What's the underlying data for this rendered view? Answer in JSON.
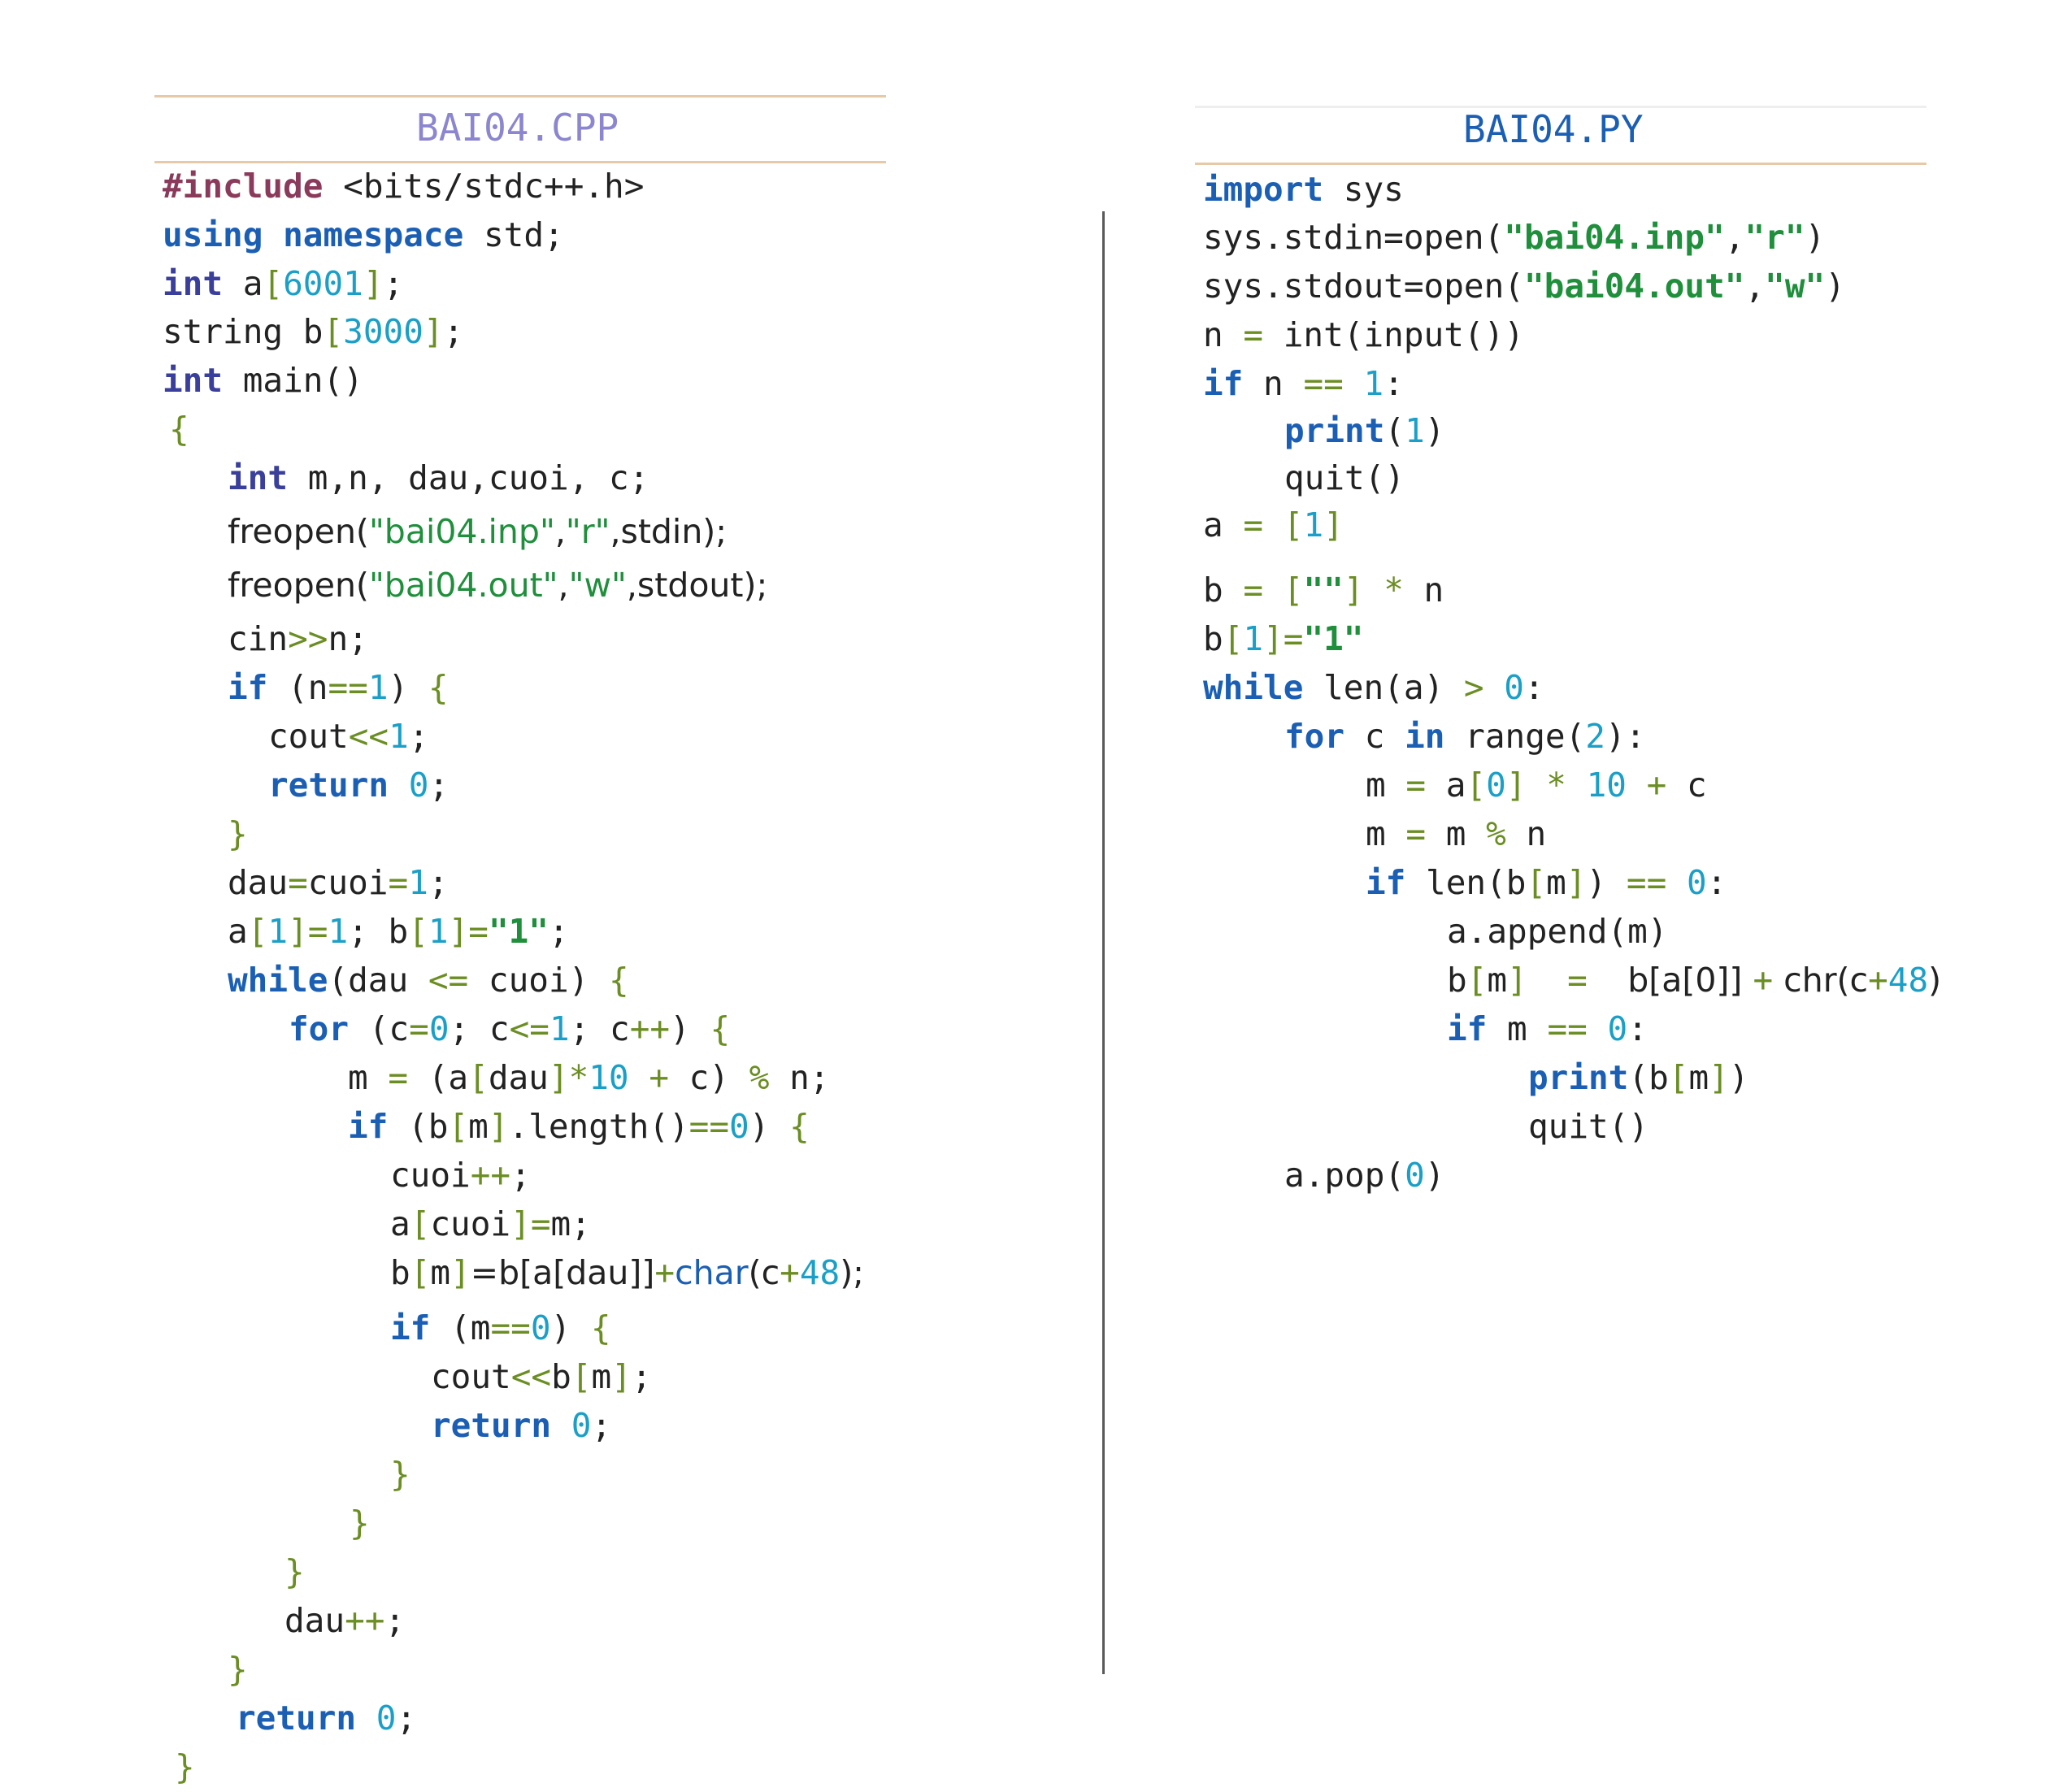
{
  "colors": {
    "keyword": "#1b5fb4",
    "type": "#3a3f9b",
    "preprocessor": "#8a3a5a",
    "string": "#1f8f3c",
    "number": "#1aa0c8",
    "operator": "#6b8e23",
    "text": "#222222",
    "rule": "#e6c9a6",
    "cpp_title": "#8b86cf",
    "py_title": "#1b5fb4"
  },
  "cpp": {
    "title": "BAI04.CPP",
    "lines": [
      [
        [
          "pre",
          "#include"
        ],
        [
          "id",
          " <bits/stdc++.h>"
        ]
      ],
      [
        [
          "kw",
          "using"
        ],
        [
          "id",
          " "
        ],
        [
          "kw",
          "namespace"
        ],
        [
          "id",
          " std;"
        ]
      ],
      [
        [
          "type",
          "int"
        ],
        [
          "id",
          " a"
        ],
        [
          "br",
          "["
        ],
        [
          "num",
          "6001"
        ],
        [
          "br",
          "]"
        ],
        [
          "id",
          ";"
        ]
      ],
      [
        [
          "id",
          "string b"
        ],
        [
          "br",
          "["
        ],
        [
          "num",
          "3000"
        ],
        [
          "br",
          "]"
        ],
        [
          "id",
          ";"
        ]
      ],
      [
        [
          "type",
          "int"
        ],
        [
          "id",
          " main()"
        ]
      ],
      [
        [
          "br",
          "{"
        ]
      ],
      [
        [
          "type",
          "int"
        ],
        [
          "id",
          " m,n, dau,cuoi, c;"
        ]
      ],
      [
        [
          "prop",
          "freopen("
        ],
        [
          "strp",
          "\"bai04.inp\""
        ],
        [
          "prop",
          ","
        ],
        [
          "strp",
          "\"r\""
        ],
        [
          "prop",
          ",stdin);"
        ]
      ],
      [
        [
          "prop",
          "freopen("
        ],
        [
          "strp",
          "\"bai04.out\""
        ],
        [
          "prop",
          ","
        ],
        [
          "strp",
          "\"w\""
        ],
        [
          "prop",
          ",stdout);"
        ]
      ],
      [
        [
          "id",
          "cin"
        ],
        [
          "op",
          ">>"
        ],
        [
          "id",
          "n;"
        ]
      ],
      [
        [
          "kw",
          "if"
        ],
        [
          "id",
          " (n"
        ],
        [
          "op",
          "=="
        ],
        [
          "num",
          "1"
        ],
        [
          "id",
          ") "
        ],
        [
          "br",
          "{"
        ]
      ],
      [
        [
          "id",
          "cout"
        ],
        [
          "op",
          "<<"
        ],
        [
          "num",
          "1"
        ],
        [
          "id",
          ";"
        ]
      ],
      [
        [
          "kw",
          "return"
        ],
        [
          "id",
          " "
        ],
        [
          "num",
          "0"
        ],
        [
          "id",
          ";"
        ]
      ],
      [
        [
          "br",
          "}"
        ]
      ],
      [
        [
          "id",
          "dau"
        ],
        [
          "op",
          "="
        ],
        [
          "id",
          "cuoi"
        ],
        [
          "op",
          "="
        ],
        [
          "num",
          "1"
        ],
        [
          "id",
          ";"
        ]
      ],
      [
        [
          "id",
          "a"
        ],
        [
          "br",
          "["
        ],
        [
          "num",
          "1"
        ],
        [
          "br",
          "]"
        ],
        [
          "op",
          "="
        ],
        [
          "num",
          "1"
        ],
        [
          "id",
          "; b"
        ],
        [
          "br",
          "["
        ],
        [
          "num",
          "1"
        ],
        [
          "br",
          "]"
        ],
        [
          "op",
          "="
        ],
        [
          "str",
          "\"1\""
        ],
        [
          "id",
          ";"
        ]
      ],
      [
        [
          "kw",
          "while"
        ],
        [
          "id",
          "(dau "
        ],
        [
          "op",
          "<="
        ],
        [
          "id",
          " cuoi) "
        ],
        [
          "br",
          "{"
        ]
      ],
      [
        [
          "kw",
          "for"
        ],
        [
          "id",
          " (c"
        ],
        [
          "op",
          "="
        ],
        [
          "num",
          "0"
        ],
        [
          "id",
          "; c"
        ],
        [
          "op",
          "<="
        ],
        [
          "num",
          "1"
        ],
        [
          "id",
          "; c"
        ],
        [
          "op",
          "++"
        ],
        [
          "id",
          ") "
        ],
        [
          "br",
          "{"
        ]
      ],
      [
        [
          "id",
          "m "
        ],
        [
          "op",
          "="
        ],
        [
          "id",
          " (a"
        ],
        [
          "br",
          "["
        ],
        [
          "id",
          "dau"
        ],
        [
          "br",
          "]"
        ],
        [
          "op",
          "*"
        ],
        [
          "num",
          "10"
        ],
        [
          "id",
          " "
        ],
        [
          "op",
          "+"
        ],
        [
          "id",
          " c) "
        ],
        [
          "op",
          "%"
        ],
        [
          "id",
          " n;"
        ]
      ],
      [
        [
          "kw",
          "if"
        ],
        [
          "id",
          " (b"
        ],
        [
          "br",
          "["
        ],
        [
          "id",
          "m"
        ],
        [
          "br",
          "]"
        ],
        [
          "id",
          ".length()"
        ],
        [
          "op",
          "=="
        ],
        [
          "num",
          "0"
        ],
        [
          "id",
          ") "
        ],
        [
          "br",
          "{"
        ]
      ],
      [
        [
          "id",
          "cuoi"
        ],
        [
          "op",
          "++"
        ],
        [
          "id",
          ";"
        ]
      ],
      [
        [
          "id",
          "a"
        ],
        [
          "br",
          "["
        ],
        [
          "id",
          "cuoi"
        ],
        [
          "br",
          "]"
        ],
        [
          "op",
          "="
        ],
        [
          "id",
          "m;"
        ]
      ],
      [
        [
          "id",
          "b"
        ],
        [
          "br",
          "["
        ],
        [
          "id",
          "m"
        ],
        [
          "br",
          "]"
        ],
        [
          "prop",
          "=b[a[dau]]"
        ],
        [
          "op",
          "+"
        ],
        [
          "fn",
          "char"
        ],
        [
          "prop",
          "(c"
        ],
        [
          "op",
          "+"
        ],
        [
          "num",
          "48"
        ],
        [
          "prop",
          ");"
        ]
      ],
      [
        [
          "kw",
          "if"
        ],
        [
          "id",
          " (m"
        ],
        [
          "op",
          "=="
        ],
        [
          "num",
          "0"
        ],
        [
          "id",
          ") "
        ],
        [
          "br",
          "{"
        ]
      ],
      [
        [
          "id",
          "cout"
        ],
        [
          "op",
          "<<"
        ],
        [
          "id",
          "b"
        ],
        [
          "br",
          "["
        ],
        [
          "id",
          "m"
        ],
        [
          "br",
          "]"
        ],
        [
          "id",
          ";"
        ]
      ],
      [
        [
          "kw",
          "return"
        ],
        [
          "id",
          " "
        ],
        [
          "num",
          "0"
        ],
        [
          "id",
          ";"
        ]
      ],
      [
        [
          "br",
          "}"
        ]
      ],
      [
        [
          "br",
          "}"
        ]
      ],
      [
        [
          "br",
          "}"
        ]
      ],
      [
        [
          "id",
          "dau"
        ],
        [
          "op",
          "++"
        ],
        [
          "id",
          ";"
        ]
      ],
      [
        [
          "br",
          "}"
        ]
      ],
      [
        [
          "kw",
          "return"
        ],
        [
          "id",
          " "
        ],
        [
          "num",
          "0"
        ],
        [
          "id",
          ";"
        ]
      ],
      [
        [
          "br",
          "}"
        ]
      ]
    ]
  },
  "py": {
    "title": "BAI04.PY",
    "lines": [
      [
        [
          "kw",
          "import"
        ],
        [
          "id",
          " sys"
        ]
      ],
      [
        [
          "id",
          "sys.stdin=open("
        ],
        [
          "str",
          "\"bai04.inp\""
        ],
        [
          "id",
          ","
        ],
        [
          "str",
          "\"r\""
        ],
        [
          "id",
          ")"
        ]
      ],
      [
        [
          "id",
          "sys.stdout=open("
        ],
        [
          "str",
          "\"bai04.out\""
        ],
        [
          "id",
          ","
        ],
        [
          "str",
          "\"w\""
        ],
        [
          "id",
          ")"
        ]
      ],
      [
        [
          "id",
          "n "
        ],
        [
          "op",
          "="
        ],
        [
          "id",
          " int(input())"
        ]
      ],
      [
        [
          "kw",
          "if"
        ],
        [
          "id",
          " n "
        ],
        [
          "op",
          "=="
        ],
        [
          "id",
          " "
        ],
        [
          "num",
          "1"
        ],
        [
          "id",
          ":"
        ]
      ],
      [
        [
          "kw",
          "print"
        ],
        [
          "id",
          "("
        ],
        [
          "num",
          "1"
        ],
        [
          "id",
          ")"
        ]
      ],
      [
        [
          "id",
          "quit()"
        ]
      ],
      [
        [
          "id",
          "a "
        ],
        [
          "op",
          "="
        ],
        [
          "id",
          " "
        ],
        [
          "br",
          "["
        ],
        [
          "num",
          "1"
        ],
        [
          "br",
          "]"
        ]
      ],
      [
        [
          "id",
          "b "
        ],
        [
          "op",
          "="
        ],
        [
          "id",
          " "
        ],
        [
          "br",
          "["
        ],
        [
          "str",
          "\"\""
        ],
        [
          "br",
          "]"
        ],
        [
          "id",
          " "
        ],
        [
          "op",
          "*"
        ],
        [
          "id",
          " n"
        ]
      ],
      [
        [
          "id",
          "b"
        ],
        [
          "br",
          "["
        ],
        [
          "num",
          "1"
        ],
        [
          "br",
          "]"
        ],
        [
          "op",
          "="
        ],
        [
          "str",
          "\"1\""
        ]
      ],
      [
        [
          "kw",
          "while"
        ],
        [
          "id",
          " len(a) "
        ],
        [
          "op",
          ">"
        ],
        [
          "id",
          " "
        ],
        [
          "num",
          "0"
        ],
        [
          "id",
          ":"
        ]
      ],
      [
        [
          "kw",
          "for"
        ],
        [
          "id",
          " c "
        ],
        [
          "kw",
          "in"
        ],
        [
          "id",
          " range("
        ],
        [
          "num",
          "2"
        ],
        [
          "id",
          "):"
        ]
      ],
      [
        [
          "id",
          "m "
        ],
        [
          "op",
          "="
        ],
        [
          "id",
          " a"
        ],
        [
          "br",
          "["
        ],
        [
          "num",
          "0"
        ],
        [
          "br",
          "]"
        ],
        [
          "id",
          " "
        ],
        [
          "op",
          "*"
        ],
        [
          "id",
          " "
        ],
        [
          "num",
          "10"
        ],
        [
          "id",
          " "
        ],
        [
          "op",
          "+"
        ],
        [
          "id",
          " c"
        ]
      ],
      [
        [
          "id",
          "m "
        ],
        [
          "op",
          "="
        ],
        [
          "id",
          " m "
        ],
        [
          "op",
          "%"
        ],
        [
          "id",
          " n"
        ]
      ],
      [
        [
          "kw",
          "if"
        ],
        [
          "id",
          " len(b"
        ],
        [
          "br",
          "["
        ],
        [
          "id",
          "m"
        ],
        [
          "br",
          "]"
        ],
        [
          "id",
          ") "
        ],
        [
          "op",
          "=="
        ],
        [
          "id",
          " "
        ],
        [
          "num",
          "0"
        ],
        [
          "id",
          ":"
        ]
      ],
      [
        [
          "id",
          "a.append(m)"
        ]
      ],
      [
        [
          "id",
          "b"
        ],
        [
          "br",
          "["
        ],
        [
          "id",
          "m"
        ],
        [
          "br",
          "]"
        ],
        [
          "id",
          "  "
        ],
        [
          "op",
          "="
        ],
        [
          "id",
          "  "
        ],
        [
          "prop",
          "b[a[0]] "
        ],
        [
          "op",
          "+"
        ],
        [
          "prop",
          " chr(c"
        ],
        [
          "op",
          "+"
        ],
        [
          "num",
          "48"
        ],
        [
          "prop",
          ")"
        ]
      ],
      [
        [
          "kw",
          "if"
        ],
        [
          "id",
          " m "
        ],
        [
          "op",
          "=="
        ],
        [
          "id",
          " "
        ],
        [
          "num",
          "0"
        ],
        [
          "id",
          ":"
        ]
      ],
      [
        [
          "kw",
          "print"
        ],
        [
          "id",
          "(b"
        ],
        [
          "br",
          "["
        ],
        [
          "id",
          "m"
        ],
        [
          "br",
          "]"
        ],
        [
          "id",
          ")"
        ]
      ],
      [
        [
          "id",
          "quit()"
        ]
      ],
      [
        [
          "id",
          "a.pop("
        ],
        [
          "num",
          "0"
        ],
        [
          "id",
          ")"
        ]
      ]
    ]
  }
}
